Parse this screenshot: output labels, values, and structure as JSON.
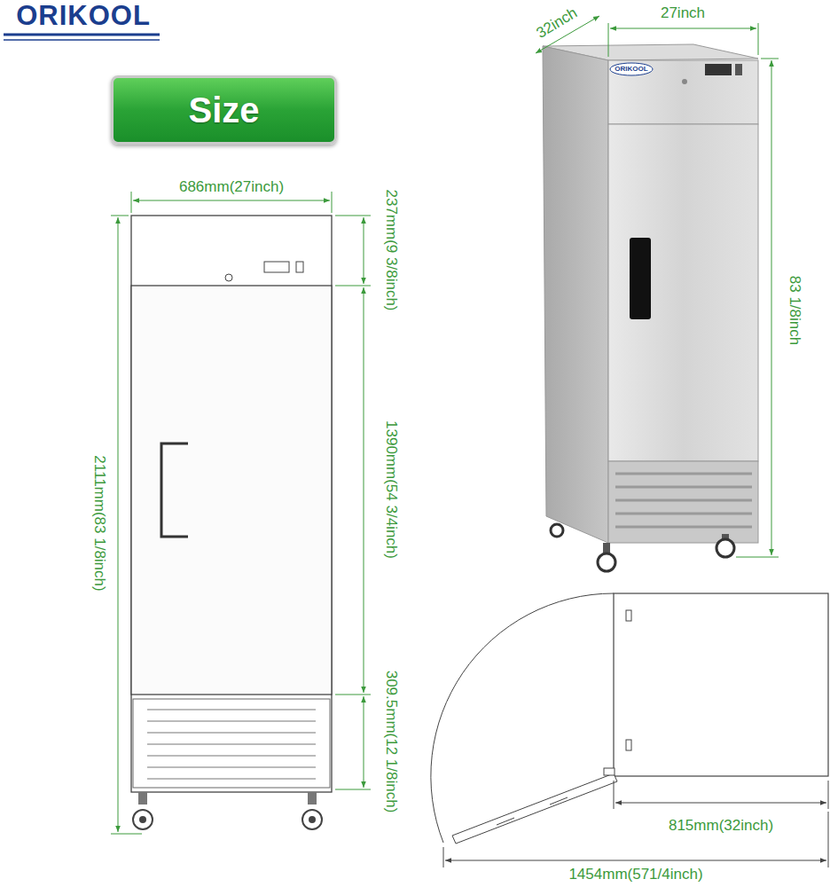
{
  "diagram": {
    "nodes": [
      {
        "text": [
          "Size"
        ]
      }
    ],
    "labels": [
      "ORIKOOL",
      "686mm(27inch)",
      "237mm(9 3/8inch)",
      "2111mm(83 1/8inch)",
      "1390mm(54 3/4inch)",
      "309.5mm(12 1/8inch)",
      "32inch",
      "27inch",
      "ORIKOOL",
      "83 1/8inch",
      "815mm(32inch)",
      "1454mm(571/4inch)"
    ]
  }
}
